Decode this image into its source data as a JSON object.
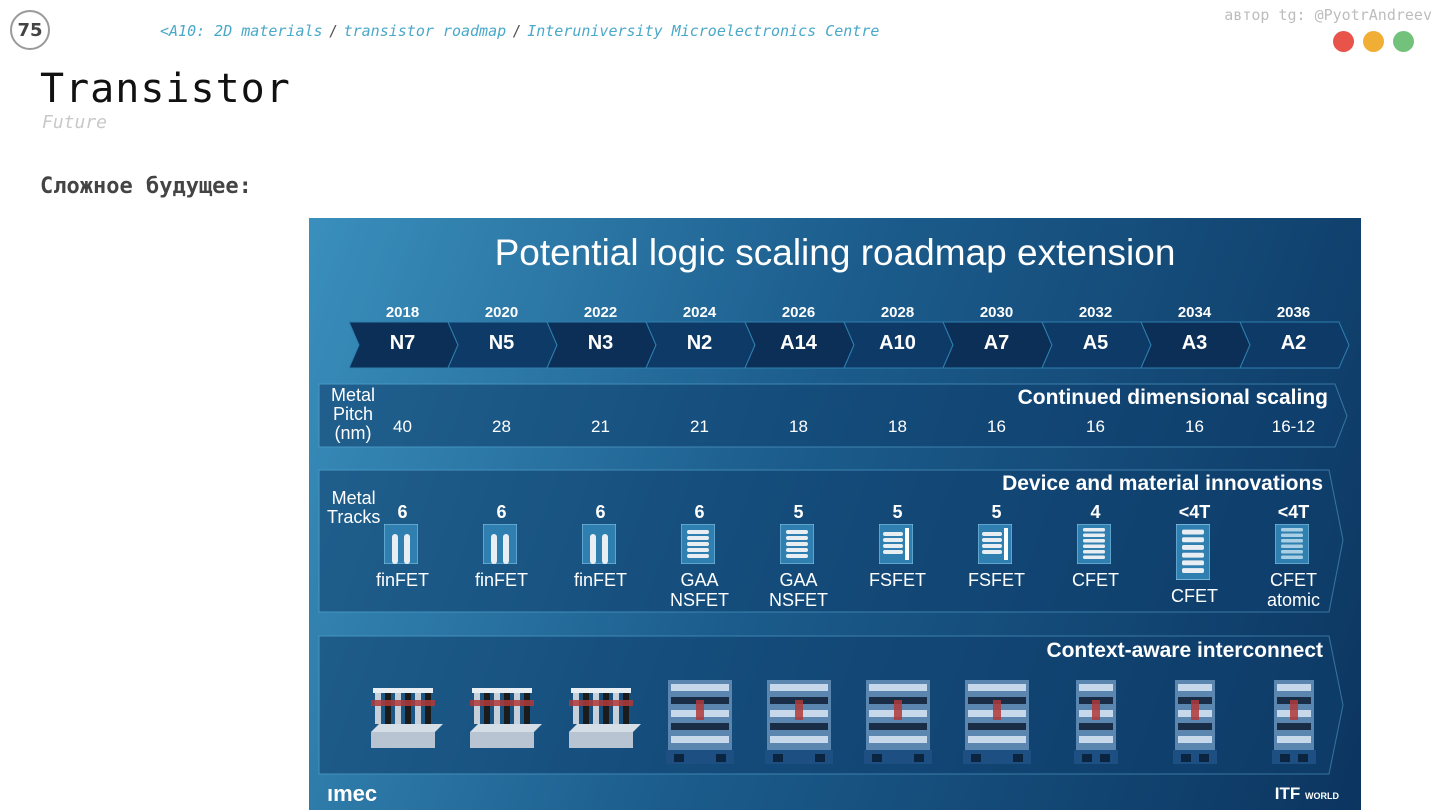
{
  "header": {
    "slide_number": "75",
    "breadcrumb": [
      "<A10: 2D materials",
      "transistor roadmap",
      "Interuniversity Microelectronics Centre"
    ],
    "breadcrumb_sep": "/",
    "author": "автор tg: @PyotrAndreev",
    "dots": [
      "#e8534a",
      "#f0ae35",
      "#73c27b"
    ]
  },
  "title": "Transistor",
  "subtitle": "Future",
  "heading": "Сложное будущее:",
  "figure": {
    "title": "Potential logic scaling roadmap extension",
    "years": [
      "2018",
      "2020",
      "2022",
      "2024",
      "2026",
      "2028",
      "2030",
      "2032",
      "2034",
      "2036"
    ],
    "nodes": [
      "N7",
      "N5",
      "N3",
      "N2",
      "A14",
      "A10",
      "A7",
      "A5",
      "A3",
      "A2"
    ],
    "pitch_row": {
      "label": [
        "Metal",
        "Pitch",
        "(nm)"
      ],
      "heading": "Continued dimensional scaling",
      "values": [
        "40",
        "28",
        "21",
        "21",
        "18",
        "18",
        "16",
        "16",
        "16",
        "16-12"
      ]
    },
    "device_row": {
      "label": [
        "Metal",
        "Tracks"
      ],
      "heading": "Device and material innovations",
      "tracks": [
        "6",
        "6",
        "6",
        "6",
        "5",
        "5",
        "5",
        "4",
        "<4T",
        "<4T"
      ],
      "devices": [
        {
          "name": "finFET",
          "icon": "finfet"
        },
        {
          "name": "finFET",
          "icon": "finfet"
        },
        {
          "name": "finFET",
          "icon": "finfet"
        },
        {
          "name": "GAA NSFET",
          "icon": "nanosheet"
        },
        {
          "name": "GAA NSFET",
          "icon": "nanosheet"
        },
        {
          "name": "FSFET",
          "icon": "forksheet"
        },
        {
          "name": "FSFET",
          "icon": "forksheet"
        },
        {
          "name": "CFET",
          "icon": "cfet"
        },
        {
          "name": "CFET",
          "icon": "cfet-tall"
        },
        {
          "name": "CFET atomic",
          "icon": "cfet-atomic"
        }
      ]
    },
    "interconnect_row": {
      "heading": "Context-aware interconnect"
    },
    "logos": {
      "left": "ımec",
      "right": "ITF",
      "right_small": "WORLD"
    }
  },
  "colors": {
    "panel_light": "#3a8fbc",
    "panel_dark": "#0c3560",
    "chevron_dark": "#0b2f56",
    "breadcrumb": "#4aa8c9"
  }
}
